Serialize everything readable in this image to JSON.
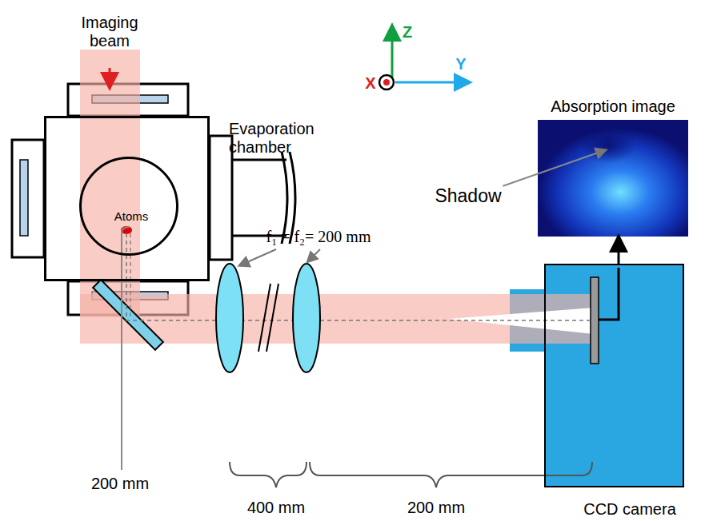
{
  "diagram": {
    "nodes": [
      {
        "text": [
          "Evaporation chamber"
        ]
      },
      {
        "text": [
          "Atoms"
        ],
        "in": 0
      },
      {
        "text": [
          "Absorption image"
        ]
      },
      {
        "text": [
          "CCD camera"
        ]
      }
    ],
    "edges": [
      {
        "from": 3,
        "to": 2,
        "arrow": "to"
      }
    ],
    "labels": [
      "Imaging beam",
      "Z",
      "Y",
      "X",
      "Shadow",
      "f₁ = f₂= 200 mm",
      "200 mm",
      "400 mm",
      "200 mm"
    ]
  }
}
